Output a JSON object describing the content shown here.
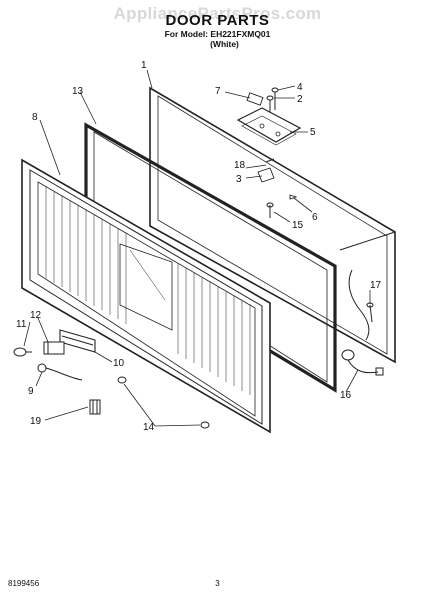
{
  "watermark": "AppliancePartsPros.com",
  "header": {
    "title": "DOOR PARTS",
    "model_line": "For Model: EH221FXMQ01",
    "variant": "(White)"
  },
  "callouts": [
    "1",
    "2",
    "3",
    "4",
    "5",
    "6",
    "7",
    "8",
    "9",
    "10",
    "11",
    "12",
    "13",
    "14",
    "15",
    "16",
    "17",
    "18",
    "19"
  ],
  "footer": {
    "doc_number": "8199456",
    "page_number": "3"
  }
}
